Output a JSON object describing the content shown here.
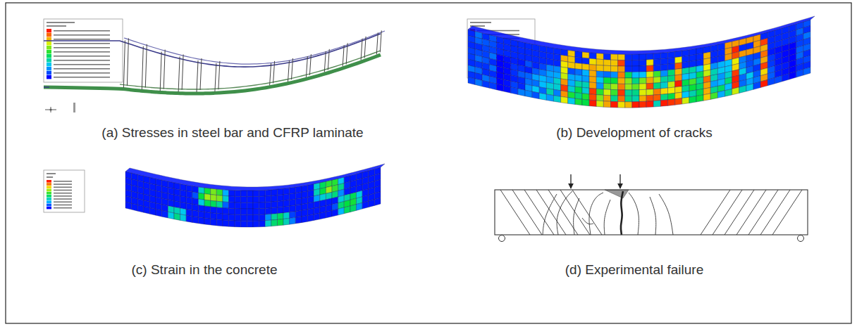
{
  "diagram": {
    "labels": [
      "(a) Stresses in steel bar and CFRP laminate",
      "(b) Development of cracks",
      "(c) Strain in the concrete",
      "(d) Experimental failure"
    ]
  }
}
